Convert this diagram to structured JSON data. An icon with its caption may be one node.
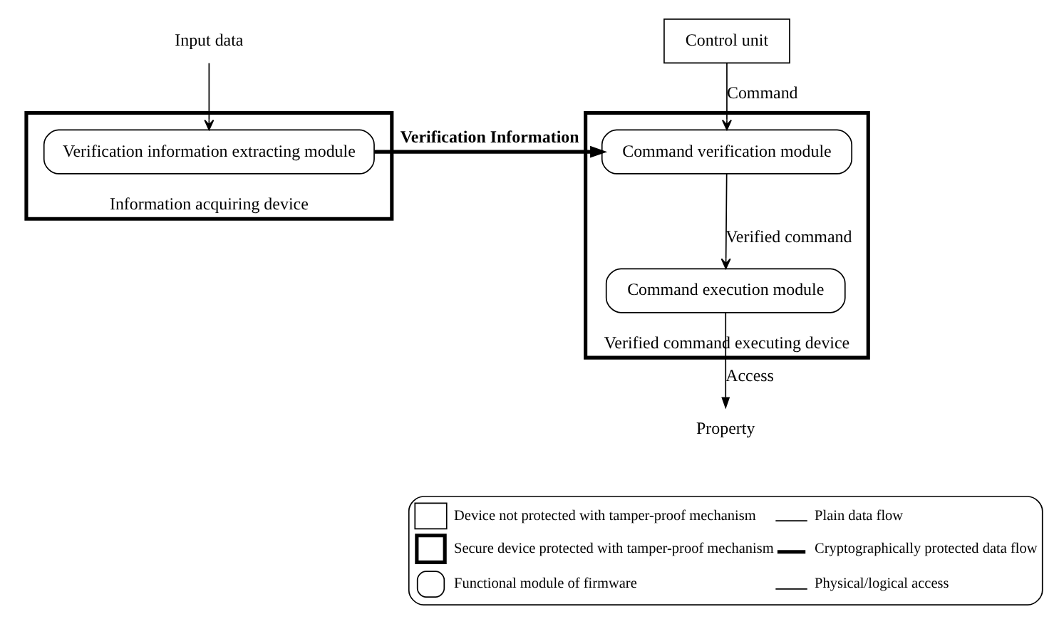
{
  "diagram": {
    "nodes": [
      {
        "text": [
          "Input data"
        ]
      },
      {
        "text": [
          "Information acquiring device"
        ]
      },
      {
        "text": [
          "Verification information extracting module"
        ],
        "in": 1
      },
      {
        "text": [
          "Control unit"
        ]
      },
      {
        "text": [
          "Verified command executing device"
        ]
      },
      {
        "text": [
          "Command verification module"
        ],
        "in": 4
      },
      {
        "text": [
          "Command execution module"
        ],
        "in": 4
      },
      {
        "text": [
          "Property"
        ]
      }
    ],
    "edges": [
      {
        "from": 0,
        "to": 2,
        "arrow": "to"
      },
      {
        "from": 2,
        "to": 5,
        "arrow": "to",
        "label": "Verification Information",
        "style": "thick"
      },
      {
        "from": 3,
        "to": 5,
        "arrow": "to",
        "label": "Command"
      },
      {
        "from": 5,
        "to": 6,
        "arrow": "to",
        "label": "Verified command"
      },
      {
        "from": 6,
        "to": 7,
        "arrow": "to",
        "label": "Access"
      }
    ],
    "legend": [
      {
        "text": "Device not protected with tamper-proof mechanism"
      },
      {
        "text": "Plain data flow"
      },
      {
        "text": "Secure device protected with tamper-proof mechanism"
      },
      {
        "text": "Cryptographically protected data flow"
      },
      {
        "text": "Functional module of firmware"
      },
      {
        "text": "Physical/logical access"
      }
    ]
  }
}
